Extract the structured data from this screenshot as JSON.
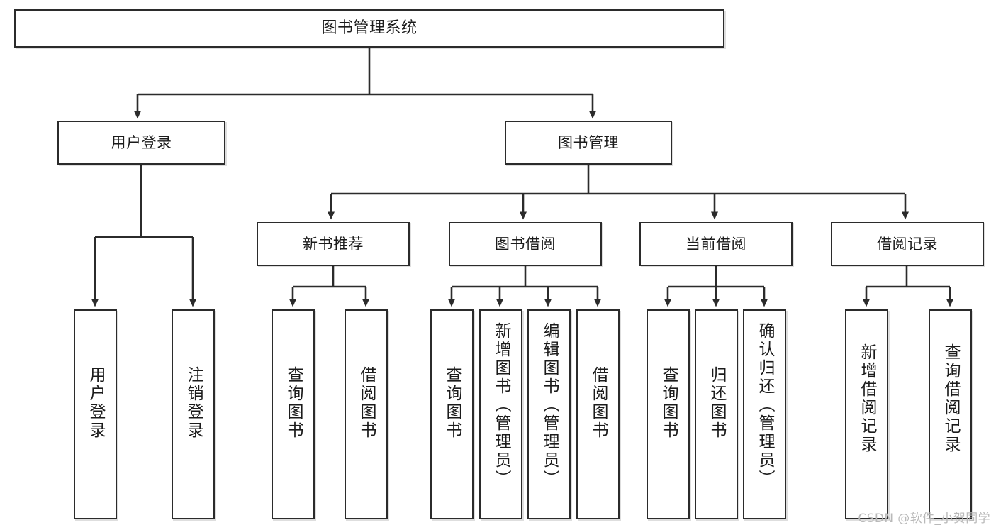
{
  "diagram": {
    "type": "tree-hierarchy",
    "title": "图书管理系统",
    "watermark": "CSDN @软件_小贺同学",
    "colors": {
      "box_border": "#2b2b2b",
      "box_fill": "#ffffff",
      "connector": "#2b2b2b",
      "watermark": "#b9b9b9",
      "background": "#ffffff"
    },
    "levels": {
      "root": "图书管理系统",
      "level2": [
        "用户登录",
        "图书管理"
      ],
      "level3": [
        "新书推荐",
        "图书借阅",
        "当前借阅",
        "借阅记录"
      ]
    },
    "nodes": {
      "root": {
        "label": "图书管理系统"
      },
      "user_login": {
        "label": "用户登录"
      },
      "book_manage": {
        "label": "图书管理"
      },
      "new_book_rec": {
        "label": "新书推荐"
      },
      "book_borrow": {
        "label": "图书借阅"
      },
      "current_borrow": {
        "label": "当前借阅"
      },
      "borrow_record": {
        "label": "借阅记录"
      }
    },
    "leaves": {
      "user_login": [
        {
          "label": "用户登录"
        },
        {
          "label": "注销登录"
        }
      ],
      "new_book_rec": [
        {
          "label": "查询图书"
        },
        {
          "label": "借阅图书"
        }
      ],
      "book_borrow": [
        {
          "label": "查询图书"
        },
        {
          "label": "新增图书（管理员）"
        },
        {
          "label": "编辑图书（管理员）"
        },
        {
          "label": "借阅图书"
        }
      ],
      "current_borrow": [
        {
          "label": "查询图书"
        },
        {
          "label": "归还图书"
        },
        {
          "label": "确认归还（管理员）"
        }
      ],
      "borrow_record": [
        {
          "label": "新增借阅记录"
        },
        {
          "label": "查询借阅记录"
        }
      ]
    }
  }
}
